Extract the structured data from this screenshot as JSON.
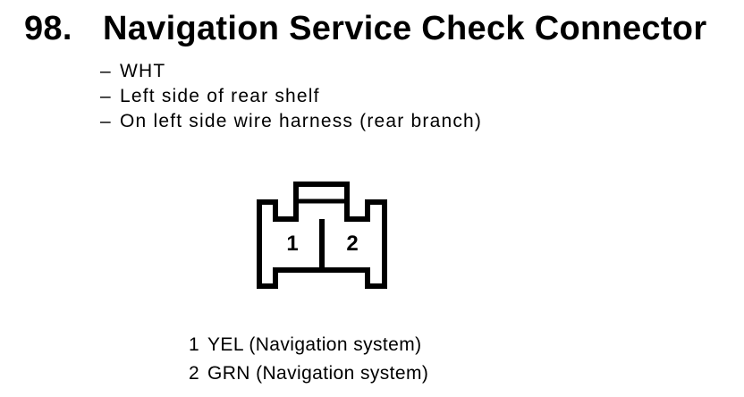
{
  "doc": {
    "item_number": "98.",
    "title": "Navigation Service Check Connector",
    "dash": "–",
    "details": [
      "WHT",
      "Left side of rear shelf",
      "On left side wire harness (rear branch)"
    ],
    "connector": {
      "pins": [
        "1",
        "2"
      ]
    },
    "legend": [
      {
        "pin": "1",
        "wire": "YEL (Navigation system)"
      },
      {
        "pin": "2",
        "wire": "GRN (Navigation system)"
      }
    ],
    "colors": {
      "ink": "#000000",
      "paper": "#ffffff"
    }
  }
}
